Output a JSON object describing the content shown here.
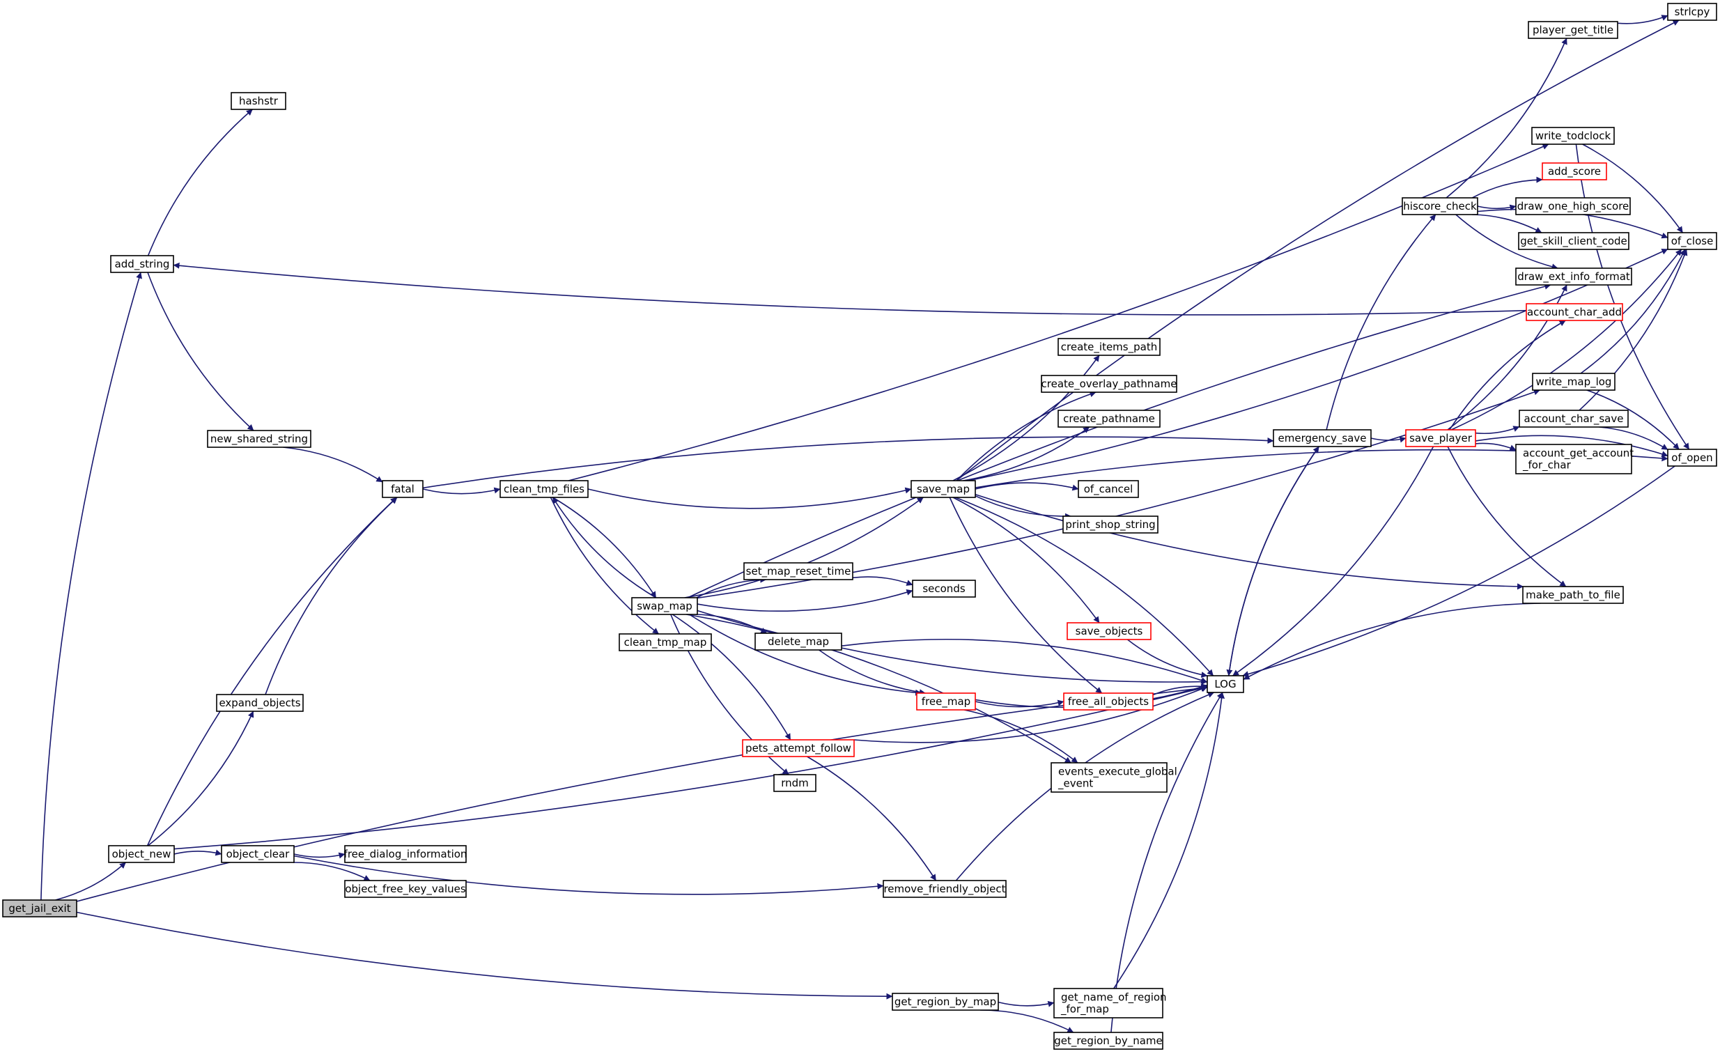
{
  "colors": {
    "edge": "#191970",
    "root_fill": "#bfbfbf",
    "red_border": "#ff0000"
  },
  "nodes": [
    {
      "id": "get_jail_exit",
      "label": [
        "get_jail_exit"
      ],
      "style": "root"
    },
    {
      "id": "add_string",
      "label": [
        "add_string"
      ]
    },
    {
      "id": "hashstr",
      "label": [
        "hashstr"
      ]
    },
    {
      "id": "new_shared_string",
      "label": [
        "new_shared_string"
      ]
    },
    {
      "id": "fatal",
      "label": [
        "fatal"
      ]
    },
    {
      "id": "expand_objects",
      "label": [
        "expand_objects"
      ]
    },
    {
      "id": "object_new",
      "label": [
        "object_new"
      ]
    },
    {
      "id": "object_clear",
      "label": [
        "object_clear"
      ]
    },
    {
      "id": "free_dialog_information",
      "label": [
        "free_dialog_information"
      ]
    },
    {
      "id": "object_free_key_values",
      "label": [
        "object_free_key_values"
      ]
    },
    {
      "id": "clean_tmp_files",
      "label": [
        "clean_tmp_files"
      ]
    },
    {
      "id": "swap_map",
      "label": [
        "swap_map"
      ]
    },
    {
      "id": "clean_tmp_map",
      "label": [
        "clean_tmp_map"
      ]
    },
    {
      "id": "set_map_reset_time",
      "label": [
        "set_map_reset_time"
      ]
    },
    {
      "id": "delete_map",
      "label": [
        "delete_map"
      ]
    },
    {
      "id": "pets_attempt_follow",
      "label": [
        "pets_attempt_follow"
      ],
      "style": "red"
    },
    {
      "id": "rndm",
      "label": [
        "rndm"
      ]
    },
    {
      "id": "save_map",
      "label": [
        "save_map"
      ]
    },
    {
      "id": "seconds",
      "label": [
        "seconds"
      ]
    },
    {
      "id": "free_map",
      "label": [
        "free_map"
      ],
      "style": "red"
    },
    {
      "id": "remove_friendly_object",
      "label": [
        "remove_friendly_object"
      ]
    },
    {
      "id": "get_region_by_map",
      "label": [
        "get_region_by_map"
      ]
    },
    {
      "id": "create_items_path",
      "label": [
        "create_items_path"
      ]
    },
    {
      "id": "create_overlay_pathname",
      "label": [
        "create_overlay_pathname"
      ]
    },
    {
      "id": "create_pathname",
      "label": [
        "create_pathname"
      ]
    },
    {
      "id": "of_cancel",
      "label": [
        "of_cancel"
      ]
    },
    {
      "id": "print_shop_string",
      "label": [
        "print_shop_string"
      ]
    },
    {
      "id": "save_objects",
      "label": [
        "save_objects"
      ],
      "style": "red"
    },
    {
      "id": "free_all_objects",
      "label": [
        "free_all_objects"
      ],
      "style": "red"
    },
    {
      "id": "events_execute_global_event",
      "label": [
        "events_execute_global",
        "_event"
      ]
    },
    {
      "id": "get_name_of_region_for_map",
      "label": [
        "get_name_of_region",
        "_for_map"
      ]
    },
    {
      "id": "get_region_by_name",
      "label": [
        "get_region_by_name"
      ]
    },
    {
      "id": "LOG",
      "label": [
        "LOG"
      ]
    },
    {
      "id": "emergency_save",
      "label": [
        "emergency_save"
      ]
    },
    {
      "id": "save_player",
      "label": [
        "save_player"
      ],
      "style": "red"
    },
    {
      "id": "hiscore_check",
      "label": [
        "hiscore_check"
      ]
    },
    {
      "id": "player_get_title",
      "label": [
        "player_get_title"
      ]
    },
    {
      "id": "strlcpy",
      "label": [
        "strlcpy"
      ]
    },
    {
      "id": "write_todclock",
      "label": [
        "write_todclock"
      ]
    },
    {
      "id": "add_score",
      "label": [
        "add_score"
      ],
      "style": "red"
    },
    {
      "id": "draw_one_high_score",
      "label": [
        "draw_one_high_score"
      ]
    },
    {
      "id": "get_skill_client_code",
      "label": [
        "get_skill_client_code"
      ]
    },
    {
      "id": "draw_ext_info_format",
      "label": [
        "draw_ext_info_format"
      ]
    },
    {
      "id": "account_char_add",
      "label": [
        "account_char_add"
      ],
      "style": "red"
    },
    {
      "id": "write_map_log",
      "label": [
        "write_map_log"
      ]
    },
    {
      "id": "account_char_save",
      "label": [
        "account_char_save"
      ]
    },
    {
      "id": "account_get_account_for_char",
      "label": [
        "account_get_account",
        "_for_char"
      ]
    },
    {
      "id": "make_path_to_file",
      "label": [
        "make_path_to_file"
      ]
    },
    {
      "id": "of_close",
      "label": [
        "of_close"
      ]
    },
    {
      "id": "of_open",
      "label": [
        "of_open"
      ]
    }
  ],
  "edges": [
    [
      "get_jail_exit",
      "add_string"
    ],
    [
      "get_jail_exit",
      "object_new"
    ],
    [
      "get_jail_exit",
      "LOG"
    ],
    [
      "get_jail_exit",
      "get_region_by_map"
    ],
    [
      "add_string",
      "hashstr"
    ],
    [
      "add_string",
      "new_shared_string"
    ],
    [
      "new_shared_string",
      "fatal"
    ],
    [
      "fatal",
      "clean_tmp_files"
    ],
    [
      "fatal",
      "emergency_save"
    ],
    [
      "clean_tmp_files",
      "save_map"
    ],
    [
      "clean_tmp_files",
      "swap_map"
    ],
    [
      "clean_tmp_files",
      "clean_tmp_map"
    ],
    [
      "swap_map",
      "clean_tmp_files"
    ],
    [
      "swap_map",
      "save_map"
    ],
    [
      "swap_map",
      "set_map_reset_time"
    ],
    [
      "swap_map",
      "seconds"
    ],
    [
      "swap_map",
      "delete_map"
    ],
    [
      "swap_map",
      "free_map"
    ],
    [
      "swap_map",
      "pets_attempt_follow"
    ],
    [
      "swap_map",
      "rndm"
    ],
    [
      "swap_map",
      "events_execute_global_event"
    ],
    [
      "swap_map",
      "LOG"
    ],
    [
      "swap_map",
      "draw_ext_info_format"
    ],
    [
      "swap_map",
      "write_map_log"
    ],
    [
      "set_map_reset_time",
      "seconds"
    ],
    [
      "delete_map",
      "free_map"
    ],
    [
      "delete_map",
      "LOG"
    ],
    [
      "free_map",
      "free_all_objects"
    ],
    [
      "free_map",
      "events_execute_global_event"
    ],
    [
      "free_map",
      "LOG"
    ],
    [
      "pets_attempt_follow",
      "remove_friendly_object"
    ],
    [
      "pets_attempt_follow",
      "LOG"
    ],
    [
      "object_new",
      "fatal"
    ],
    [
      "object_new",
      "expand_objects"
    ],
    [
      "object_new",
      "object_clear"
    ],
    [
      "object_new",
      "LOG"
    ],
    [
      "expand_objects",
      "fatal"
    ],
    [
      "object_clear",
      "free_dialog_information"
    ],
    [
      "object_clear",
      "object_free_key_values"
    ],
    [
      "object_clear",
      "remove_friendly_object"
    ],
    [
      "remove_friendly_object",
      "LOG"
    ],
    [
      "get_region_by_map",
      "get_name_of_region_for_map"
    ],
    [
      "get_region_by_map",
      "get_region_by_name"
    ],
    [
      "get_name_of_region_for_map",
      "LOG"
    ],
    [
      "get_region_by_name",
      "LOG"
    ],
    [
      "save_map",
      "create_items_path"
    ],
    [
      "save_map",
      "create_overlay_pathname"
    ],
    [
      "save_map",
      "create_pathname"
    ],
    [
      "save_map",
      "of_cancel"
    ],
    [
      "save_map",
      "print_shop_string"
    ],
    [
      "save_map",
      "save_objects"
    ],
    [
      "save_map",
      "free_all_objects"
    ],
    [
      "save_map",
      "LOG"
    ],
    [
      "save_map",
      "make_path_to_file"
    ],
    [
      "save_map",
      "of_open"
    ],
    [
      "save_map",
      "of_close"
    ],
    [
      "save_map",
      "strlcpy"
    ],
    [
      "save_objects",
      "LOG"
    ],
    [
      "free_all_objects",
      "LOG"
    ],
    [
      "emergency_save",
      "save_player"
    ],
    [
      "emergency_save",
      "hiscore_check"
    ],
    [
      "emergency_save",
      "LOG"
    ],
    [
      "LOG",
      "emergency_save"
    ],
    [
      "save_player",
      "draw_ext_info_format"
    ],
    [
      "save_player",
      "account_char_add"
    ],
    [
      "save_player",
      "account_char_save"
    ],
    [
      "save_player",
      "account_get_account_for_char"
    ],
    [
      "save_player",
      "make_path_to_file"
    ],
    [
      "save_player",
      "of_open"
    ],
    [
      "save_player",
      "of_close"
    ],
    [
      "save_player",
      "LOG"
    ],
    [
      "hiscore_check",
      "player_get_title"
    ],
    [
      "hiscore_check",
      "add_score"
    ],
    [
      "hiscore_check",
      "draw_one_high_score"
    ],
    [
      "hiscore_check",
      "get_skill_client_code"
    ],
    [
      "hiscore_check",
      "draw_ext_info_format"
    ],
    [
      "hiscore_check",
      "of_close"
    ],
    [
      "player_get_title",
      "strlcpy"
    ],
    [
      "write_todclock",
      "of_close"
    ],
    [
      "write_todclock",
      "of_open"
    ],
    [
      "account_char_add",
      "add_string"
    ],
    [
      "write_map_log",
      "of_close"
    ],
    [
      "write_map_log",
      "of_open"
    ],
    [
      "account_char_save",
      "of_close"
    ],
    [
      "account_char_save",
      "of_open"
    ],
    [
      "make_path_to_file",
      "LOG"
    ],
    [
      "of_open",
      "LOG"
    ],
    [
      "clean_tmp_files",
      "write_todclock"
    ]
  ]
}
